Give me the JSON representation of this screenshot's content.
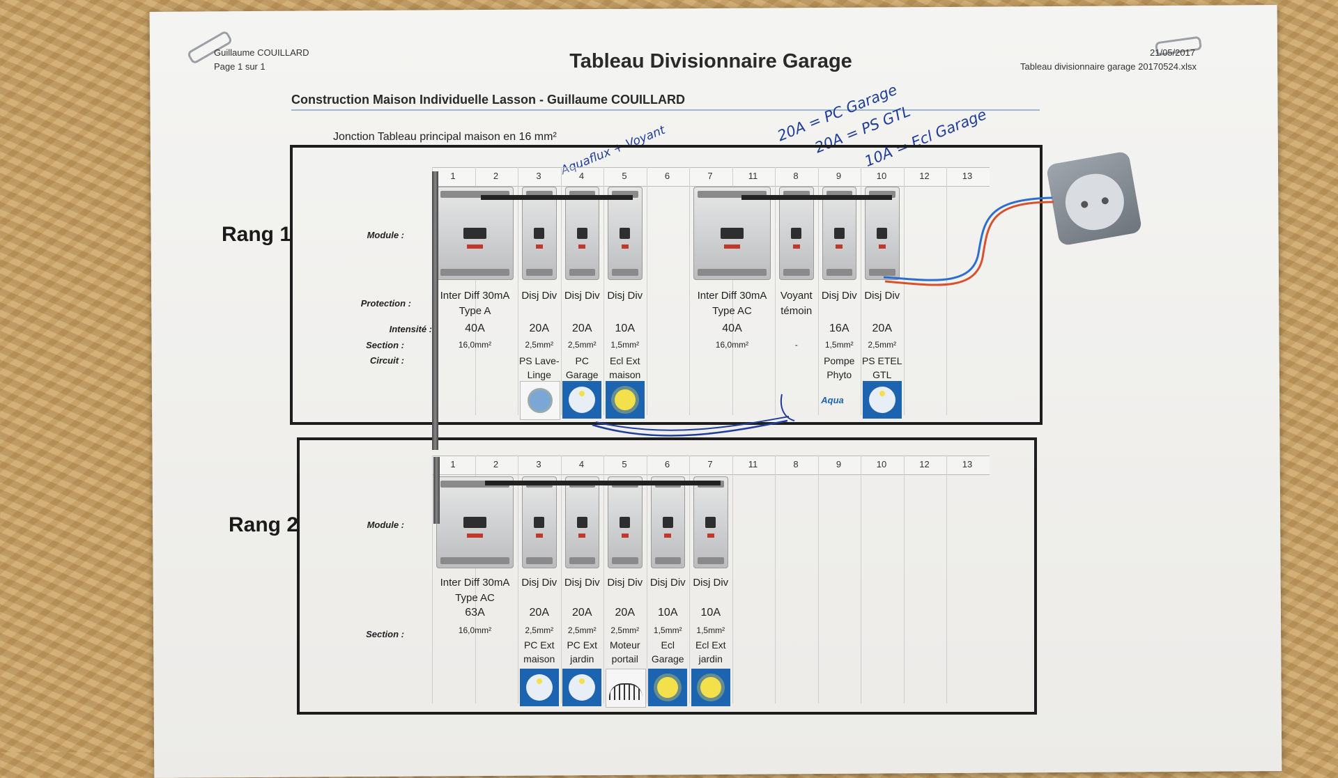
{
  "header": {
    "author": "Guillaume COUILLARD",
    "page": "Page 1 sur 1",
    "title": "Tableau Divisionnaire Garage",
    "date": "21/05/2017",
    "file": "Tableau divisionnaire garage 20170524.xlsx",
    "subtitle": "Construction Maison Individuelle Lasson - Guillaume COUILLARD",
    "junction": "Jonction Tableau principal maison en 16 mm²"
  },
  "handwritten": {
    "notes": [
      "20A = PC Garage",
      "20A = PS GTL",
      "10A = Ecl Garage"
    ],
    "aquaflux": "Aquaflux + Voyant"
  },
  "labels": {
    "module": "Module :",
    "protection": "Protection :",
    "intensite": "Intensité :",
    "section": "Section :",
    "circuit": "Circuit :"
  },
  "colors": {
    "tile_blue": "#1c63b0",
    "bulb_yellow": "#f4e04a",
    "handwriting": "#1f3d9a"
  },
  "rang1": {
    "name": "Rang 1",
    "slots": [
      "1",
      "2",
      "3",
      "4",
      "5",
      "6",
      "7",
      "11",
      "8",
      "9",
      "10",
      "12",
      "13"
    ],
    "modules": [
      {
        "protection": "Inter Diff 30mA",
        "protection2": "Type A",
        "amp": "40A",
        "section": "16,0mm²",
        "circuit": "",
        "circuit2": "",
        "icon": ""
      },
      {
        "protection": "Disj Div",
        "protection2": "",
        "amp": "20A",
        "section": "2,5mm²",
        "circuit": "PS Lave-",
        "circuit2": "Linge",
        "icon": "washing-machine-icon"
      },
      {
        "protection": "Disj Div",
        "protection2": "",
        "amp": "20A",
        "section": "2,5mm²",
        "circuit": "PC",
        "circuit2": "Garage",
        "icon": "outlet-icon"
      },
      {
        "protection": "Disj Div",
        "protection2": "",
        "amp": "10A",
        "section": "1,5mm²",
        "circuit": "Ecl Ext",
        "circuit2": "maison",
        "icon": "light-bulb-icon"
      },
      {
        "protection": "Inter Diff 30mA",
        "protection2": "Type AC",
        "amp": "40A",
        "section": "16,0mm²",
        "circuit": "",
        "circuit2": "",
        "icon": ""
      },
      {
        "protection": "Voyant",
        "protection2": "témoin",
        "amp": "",
        "section": "-",
        "circuit": "",
        "circuit2": "",
        "icon": ""
      },
      {
        "protection": "Disj Div",
        "protection2": "",
        "amp": "16A",
        "section": "1,5mm²",
        "circuit": "Pompe",
        "circuit2": "Phyto",
        "icon": "aquaflux-logo"
      },
      {
        "protection": "Disj Div",
        "protection2": "",
        "amp": "20A",
        "section": "2,5mm²",
        "circuit": "PS ETEL",
        "circuit2": "GTL",
        "icon": "outlet-icon"
      }
    ],
    "aquaflux_logo": "Aqua"
  },
  "rang2": {
    "name": "Rang 2",
    "slots": [
      "1",
      "2",
      "3",
      "4",
      "5",
      "6",
      "7",
      "11",
      "8",
      "9",
      "10",
      "12",
      "13"
    ],
    "modules": [
      {
        "protection": "Inter Diff 30mA",
        "protection2": "Type AC",
        "amp": "63A",
        "section": "16,0mm²",
        "circuit": "",
        "circuit2": "",
        "icon": ""
      },
      {
        "protection": "Disj Div",
        "protection2": "",
        "amp": "20A",
        "section": "2,5mm²",
        "circuit": "PC Ext",
        "circuit2": "maison",
        "icon": "outlet-icon"
      },
      {
        "protection": "Disj Div",
        "protection2": "",
        "amp": "20A",
        "section": "2,5mm²",
        "circuit": "PC Ext",
        "circuit2": "jardin",
        "icon": "outlet-icon"
      },
      {
        "protection": "Disj Div",
        "protection2": "",
        "amp": "20A",
        "section": "2,5mm²",
        "circuit": "Moteur",
        "circuit2": "portail",
        "icon": "gate-icon"
      },
      {
        "protection": "Disj Div",
        "protection2": "",
        "amp": "10A",
        "section": "1,5mm²",
        "circuit": "Ecl",
        "circuit2": "Garage",
        "icon": "light-bulb-icon"
      },
      {
        "protection": "Disj Div",
        "protection2": "",
        "amp": "10A",
        "section": "1,5mm²",
        "circuit": "Ecl Ext",
        "circuit2": "jardin",
        "icon": "light-bulb-icon"
      }
    ]
  }
}
